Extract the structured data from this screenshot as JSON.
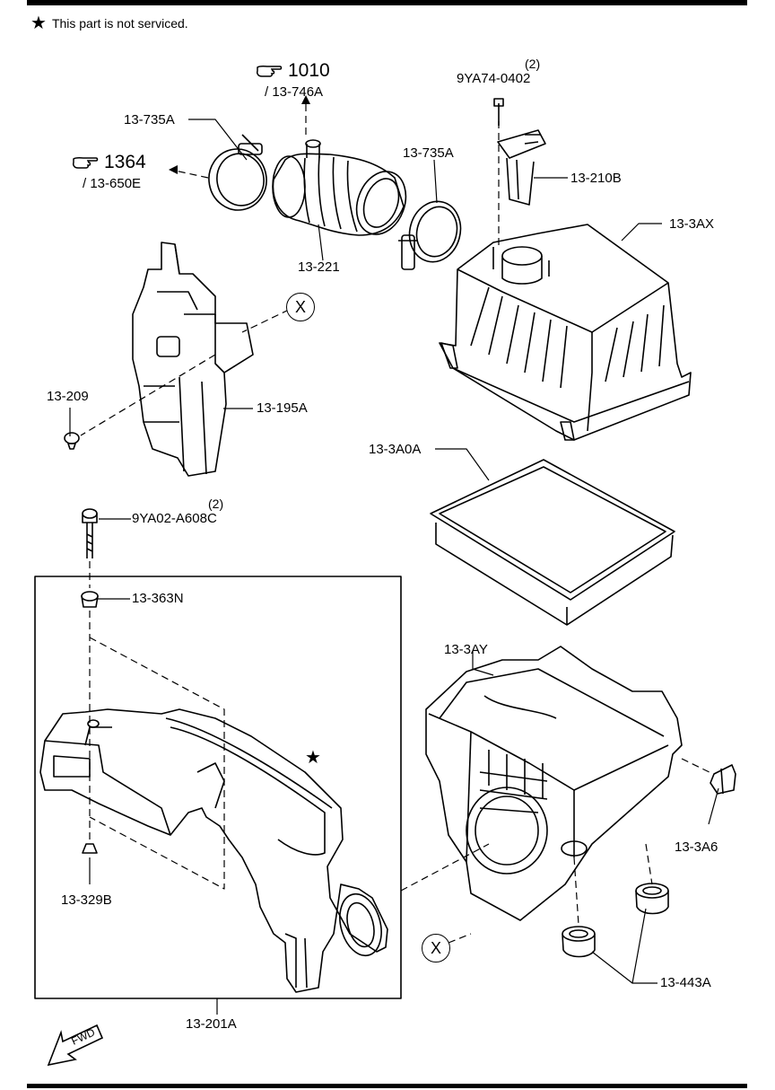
{
  "header_note": {
    "star": "★",
    "text": "This part is not serviced."
  },
  "refs": [
    {
      "id": "ref-1010",
      "num": "1010",
      "sub": "/ 13-746A",
      "icon": "pointing-hand-icon"
    },
    {
      "id": "ref-1364",
      "num": "1364",
      "sub": "/ 13-650E",
      "icon": "pointing-hand-icon"
    }
  ],
  "labels": {
    "l_735a_1": "13-735A",
    "l_735a_2": "13-735A",
    "l_221": "13-221",
    "l_9ya74": "9YA74-0402",
    "q_9ya74": "(2)",
    "l_210b": "13-210B",
    "l_3ax": "13-3AX",
    "l_209": "13-209",
    "l_195a": "13-195A",
    "l_3a0a": "13-3A0A",
    "l_9ya02": "9YA02-A608C",
    "q_9ya02": "(2)",
    "l_363n": "13-363N",
    "l_3ay": "13-3AY",
    "l_3a6": "13-3A6",
    "l_329b": "13-329B",
    "l_443a": "13-443A",
    "l_201a": "13-201A"
  },
  "callouts": {
    "x1": "X",
    "x2": "X"
  },
  "star_mark": "★",
  "fwd": "FWD"
}
